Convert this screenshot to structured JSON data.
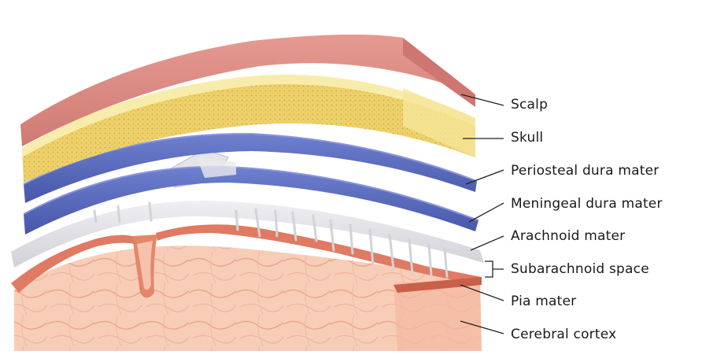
{
  "labels": {
    "scalp": "Scalp",
    "skull": "Skull",
    "periosteal": "Periosteal dura mater",
    "meningeal": "Meningeal dura mater",
    "arachnoid": "Arachnoid mater",
    "subarachnoid": "Subarachnoid space",
    "pia": "Pia mater",
    "cortex": "Cerebral cortex"
  },
  "colors": {
    "scalp": "#dd8880",
    "skull": "#f3df7e",
    "dura": "#5a69bf",
    "arachnoid": "#d6d6dc",
    "pia": "#e07a62",
    "cortex": "#f7c9b4"
  }
}
